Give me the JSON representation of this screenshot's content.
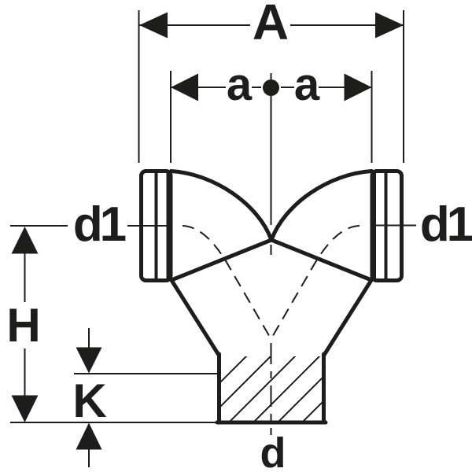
{
  "diagram": {
    "description": "technical dimension drawing of a double-socket branch pipe fitting",
    "background_color": "#ffffff",
    "line_color": "#1d1d1b",
    "dimensions": {
      "total_width": {
        "label": "A"
      },
      "socket_spacing_left": {
        "label": "a"
      },
      "socket_spacing_right": {
        "label": "a"
      },
      "left_socket_diameter": {
        "label": "d1"
      },
      "right_socket_diameter": {
        "label": "d1"
      },
      "overall_height": {
        "label": "H"
      },
      "spigot_depth": {
        "label": "K"
      },
      "bottom_outlet_diameter": {
        "label": "d"
      }
    }
  }
}
